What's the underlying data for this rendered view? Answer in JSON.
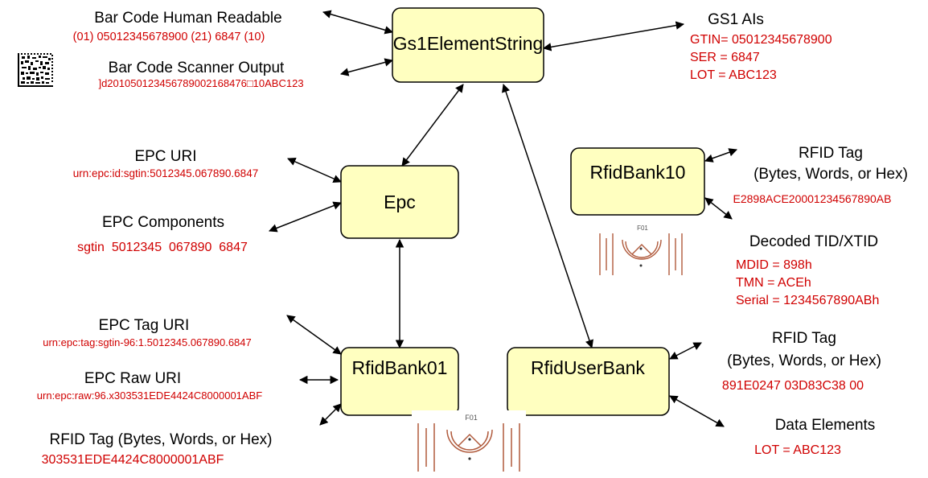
{
  "nodes": {
    "gs1": "Gs1ElementString",
    "epc": "Epc",
    "bank10": "RfidBank10",
    "bank01": "RfidBank01",
    "userbank": "RfidUserBank"
  },
  "barcode_human": {
    "label": "Bar Code Human Readable",
    "value": "(01) 05012345678900 (21) 6847 (10)"
  },
  "barcode_scanner": {
    "label": "Bar Code Scanner Output",
    "value": "]d201050123456789002168476□10ABC123"
  },
  "gs1_ais": {
    "label": "GS1 AIs",
    "values": [
      "GTIN= 05012345678900",
      "SER = 6847",
      "LOT = ABC123"
    ]
  },
  "epc_uri": {
    "label": "EPC URI",
    "value": "urn:epc:id:sgtin:5012345.067890.6847"
  },
  "epc_components": {
    "label": "EPC Components",
    "value": "sgtin  5012345  067890  6847"
  },
  "bank10_tag": {
    "label_line1": "RFID Tag",
    "label_line2": "(Bytes, Words, or Hex)",
    "value": "E2898ACE20001234567890AB"
  },
  "decoded_tid": {
    "label": "Decoded TID/XTID",
    "values": [
      "MDID = 898h",
      "TMN = ACEh",
      "Serial = 1234567890ABh"
    ]
  },
  "epc_tag_uri": {
    "label": "EPC Tag URI",
    "value": "urn:epc:tag:sgtin-96:1.5012345.067890.6847"
  },
  "epc_raw_uri": {
    "label": "EPC Raw URI",
    "value": "urn:epc:raw:96.x303531EDE4424C8000001ABF"
  },
  "bank01_tag": {
    "label": "RFID Tag (Bytes, Words, or Hex)",
    "value": "303531EDE4424C8000001ABF"
  },
  "user_tag": {
    "label_line1": "RFID Tag",
    "label_line2": "(Bytes, Words, or Hex)",
    "value": "891E0247 03D83C38 00"
  },
  "data_elements": {
    "label": "Data Elements",
    "value": "LOT = ABC123"
  },
  "tag_chip_label": "F01"
}
